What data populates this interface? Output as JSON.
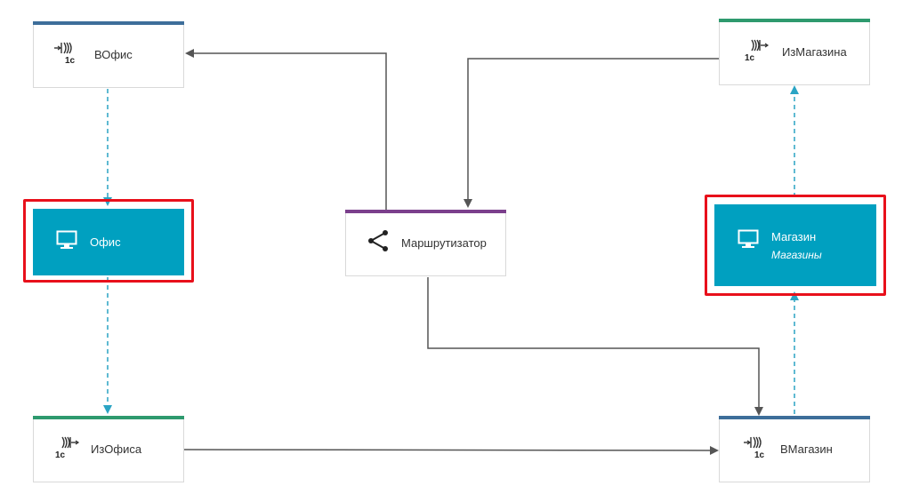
{
  "colors": {
    "queue_in_bar": "#3d6e9a",
    "queue_out_bar": "#2e9a6e",
    "router_bar": "#7b3f8c",
    "service_fill": "#00a0c0",
    "highlight": "#e8101b",
    "solid_line": "#555555",
    "dashed_line": "#2aa4c4"
  },
  "nodes": {
    "v_ofis": {
      "label": "ВОфис",
      "icon": "1c-queue-in-icon"
    },
    "iz_magazina": {
      "label": "ИзМагазина",
      "icon": "1c-queue-out-icon"
    },
    "ofis": {
      "label": "Офис",
      "icon": "monitor-icon"
    },
    "router": {
      "label": "Маршрутизатор",
      "icon": "router-icon"
    },
    "magazin": {
      "label": "Магазин",
      "sublabel": "Магазины",
      "icon": "monitor-icon"
    },
    "iz_ofisa": {
      "label": "ИзОфиса",
      "icon": "1c-queue-out-icon"
    },
    "v_magazin": {
      "label": "ВМагазин",
      "icon": "1c-queue-in-icon"
    }
  }
}
